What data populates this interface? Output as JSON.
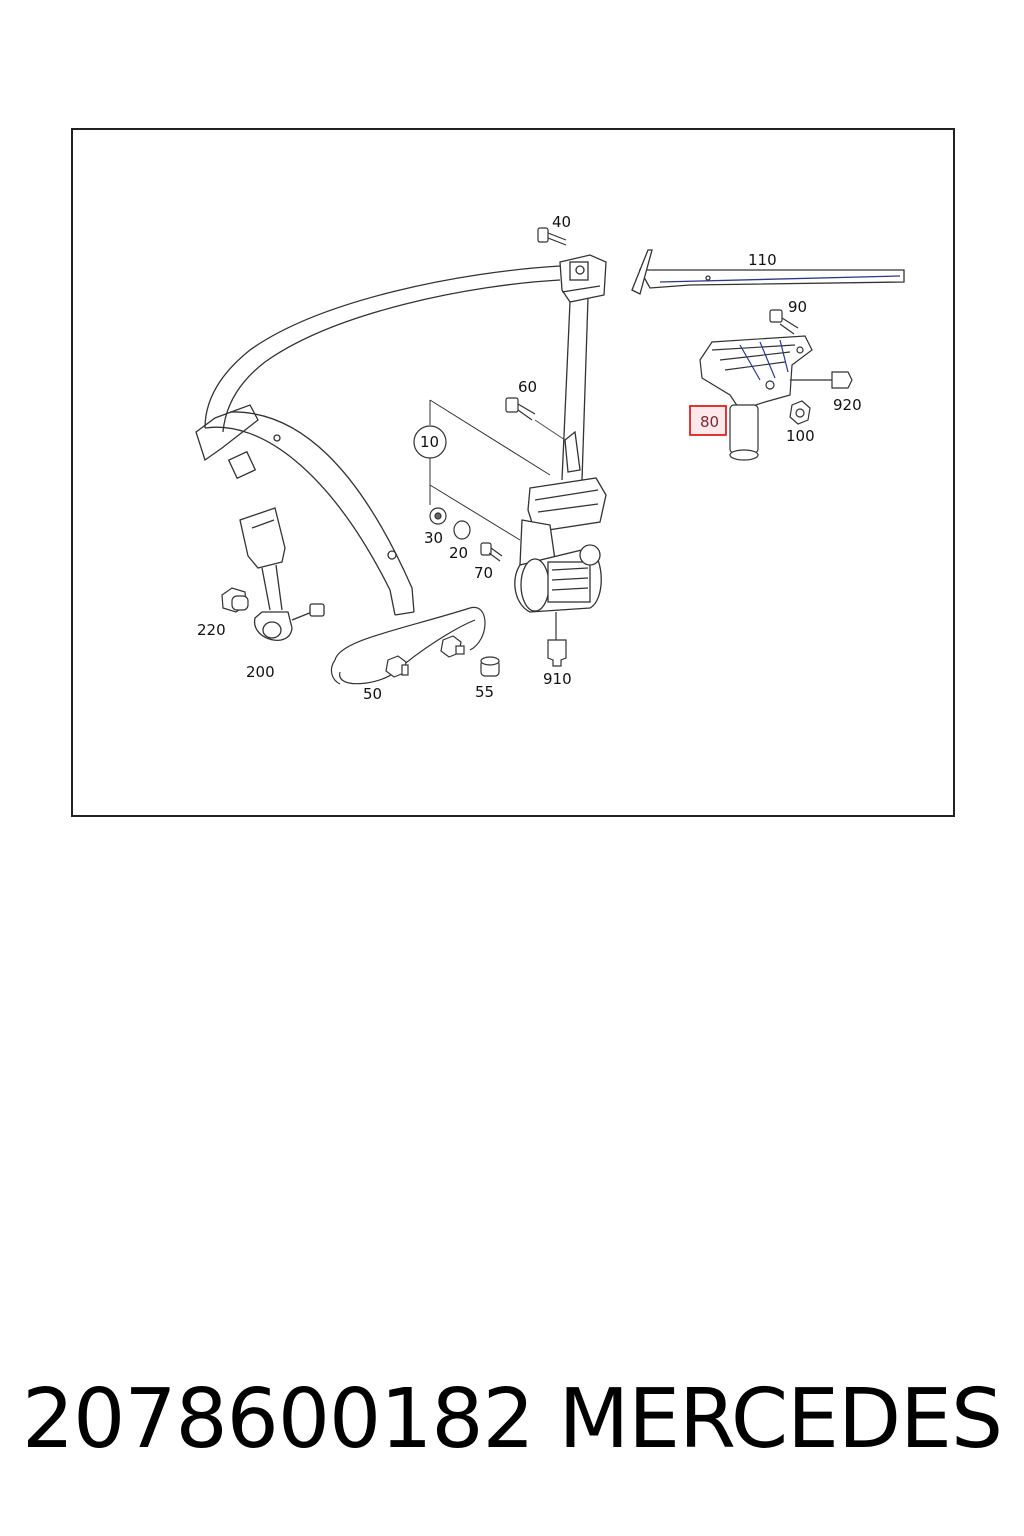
{
  "diagram": {
    "callouts": {
      "c10": "10",
      "c20": "20",
      "c30": "30",
      "c40": "40",
      "c50": "50",
      "c55": "55",
      "c60": "60",
      "c70": "70",
      "c80": "80",
      "c90": "90",
      "c100": "100",
      "c110": "110",
      "c200": "200",
      "c220": "220",
      "c910": "910",
      "c920": "920"
    },
    "highlighted_callout": "80",
    "highlight_color": "#e02020"
  },
  "footer": {
    "part_number": "2078600182",
    "brand": "MERCEDES"
  }
}
